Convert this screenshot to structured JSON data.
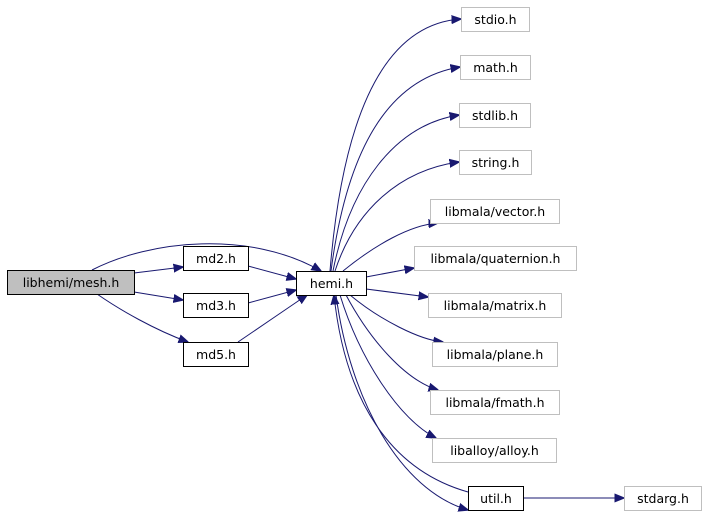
{
  "diagram": {
    "nodes": [
      {
        "id": "mesh",
        "label": "libhemi/mesh.h",
        "style": "root"
      },
      {
        "id": "md2",
        "label": "md2.h",
        "style": "local"
      },
      {
        "id": "md3",
        "label": "md3.h",
        "style": "local"
      },
      {
        "id": "md5",
        "label": "md5.h",
        "style": "local"
      },
      {
        "id": "hemi",
        "label": "hemi.h",
        "style": "local"
      },
      {
        "id": "stdio",
        "label": "stdio.h",
        "style": "external"
      },
      {
        "id": "math",
        "label": "math.h",
        "style": "external"
      },
      {
        "id": "stdlib",
        "label": "stdlib.h",
        "style": "external"
      },
      {
        "id": "string",
        "label": "string.h",
        "style": "external"
      },
      {
        "id": "vector",
        "label": "libmala/vector.h",
        "style": "external"
      },
      {
        "id": "quaternion",
        "label": "libmala/quaternion.h",
        "style": "external"
      },
      {
        "id": "matrix",
        "label": "libmala/matrix.h",
        "style": "external"
      },
      {
        "id": "plane",
        "label": "libmala/plane.h",
        "style": "external"
      },
      {
        "id": "fmath",
        "label": "libmala/fmath.h",
        "style": "external"
      },
      {
        "id": "alloy",
        "label": "liballoy/alloy.h",
        "style": "external"
      },
      {
        "id": "util",
        "label": "util.h",
        "style": "local"
      },
      {
        "id": "stdarg",
        "label": "stdarg.h",
        "style": "external"
      }
    ],
    "edges": [
      {
        "from": "mesh",
        "to": "hemi"
      },
      {
        "from": "mesh",
        "to": "md2"
      },
      {
        "from": "mesh",
        "to": "md3"
      },
      {
        "from": "mesh",
        "to": "md5"
      },
      {
        "from": "md2",
        "to": "hemi"
      },
      {
        "from": "md3",
        "to": "hemi"
      },
      {
        "from": "md5",
        "to": "hemi"
      },
      {
        "from": "hemi",
        "to": "stdio"
      },
      {
        "from": "hemi",
        "to": "math"
      },
      {
        "from": "hemi",
        "to": "stdlib"
      },
      {
        "from": "hemi",
        "to": "string"
      },
      {
        "from": "hemi",
        "to": "vector"
      },
      {
        "from": "hemi",
        "to": "quaternion"
      },
      {
        "from": "hemi",
        "to": "matrix"
      },
      {
        "from": "hemi",
        "to": "plane"
      },
      {
        "from": "hemi",
        "to": "fmath"
      },
      {
        "from": "hemi",
        "to": "alloy"
      },
      {
        "from": "hemi",
        "to": "util"
      },
      {
        "from": "util",
        "to": "hemi"
      },
      {
        "from": "util",
        "to": "stdarg"
      }
    ]
  },
  "colors": {
    "edge": "#191970",
    "root_fill": "#bfbfbf",
    "root_border": "#000000",
    "local_fill": "#ffffff",
    "local_border": "#000000",
    "external_fill": "#ffffff",
    "external_border": "#bfbfbf"
  }
}
